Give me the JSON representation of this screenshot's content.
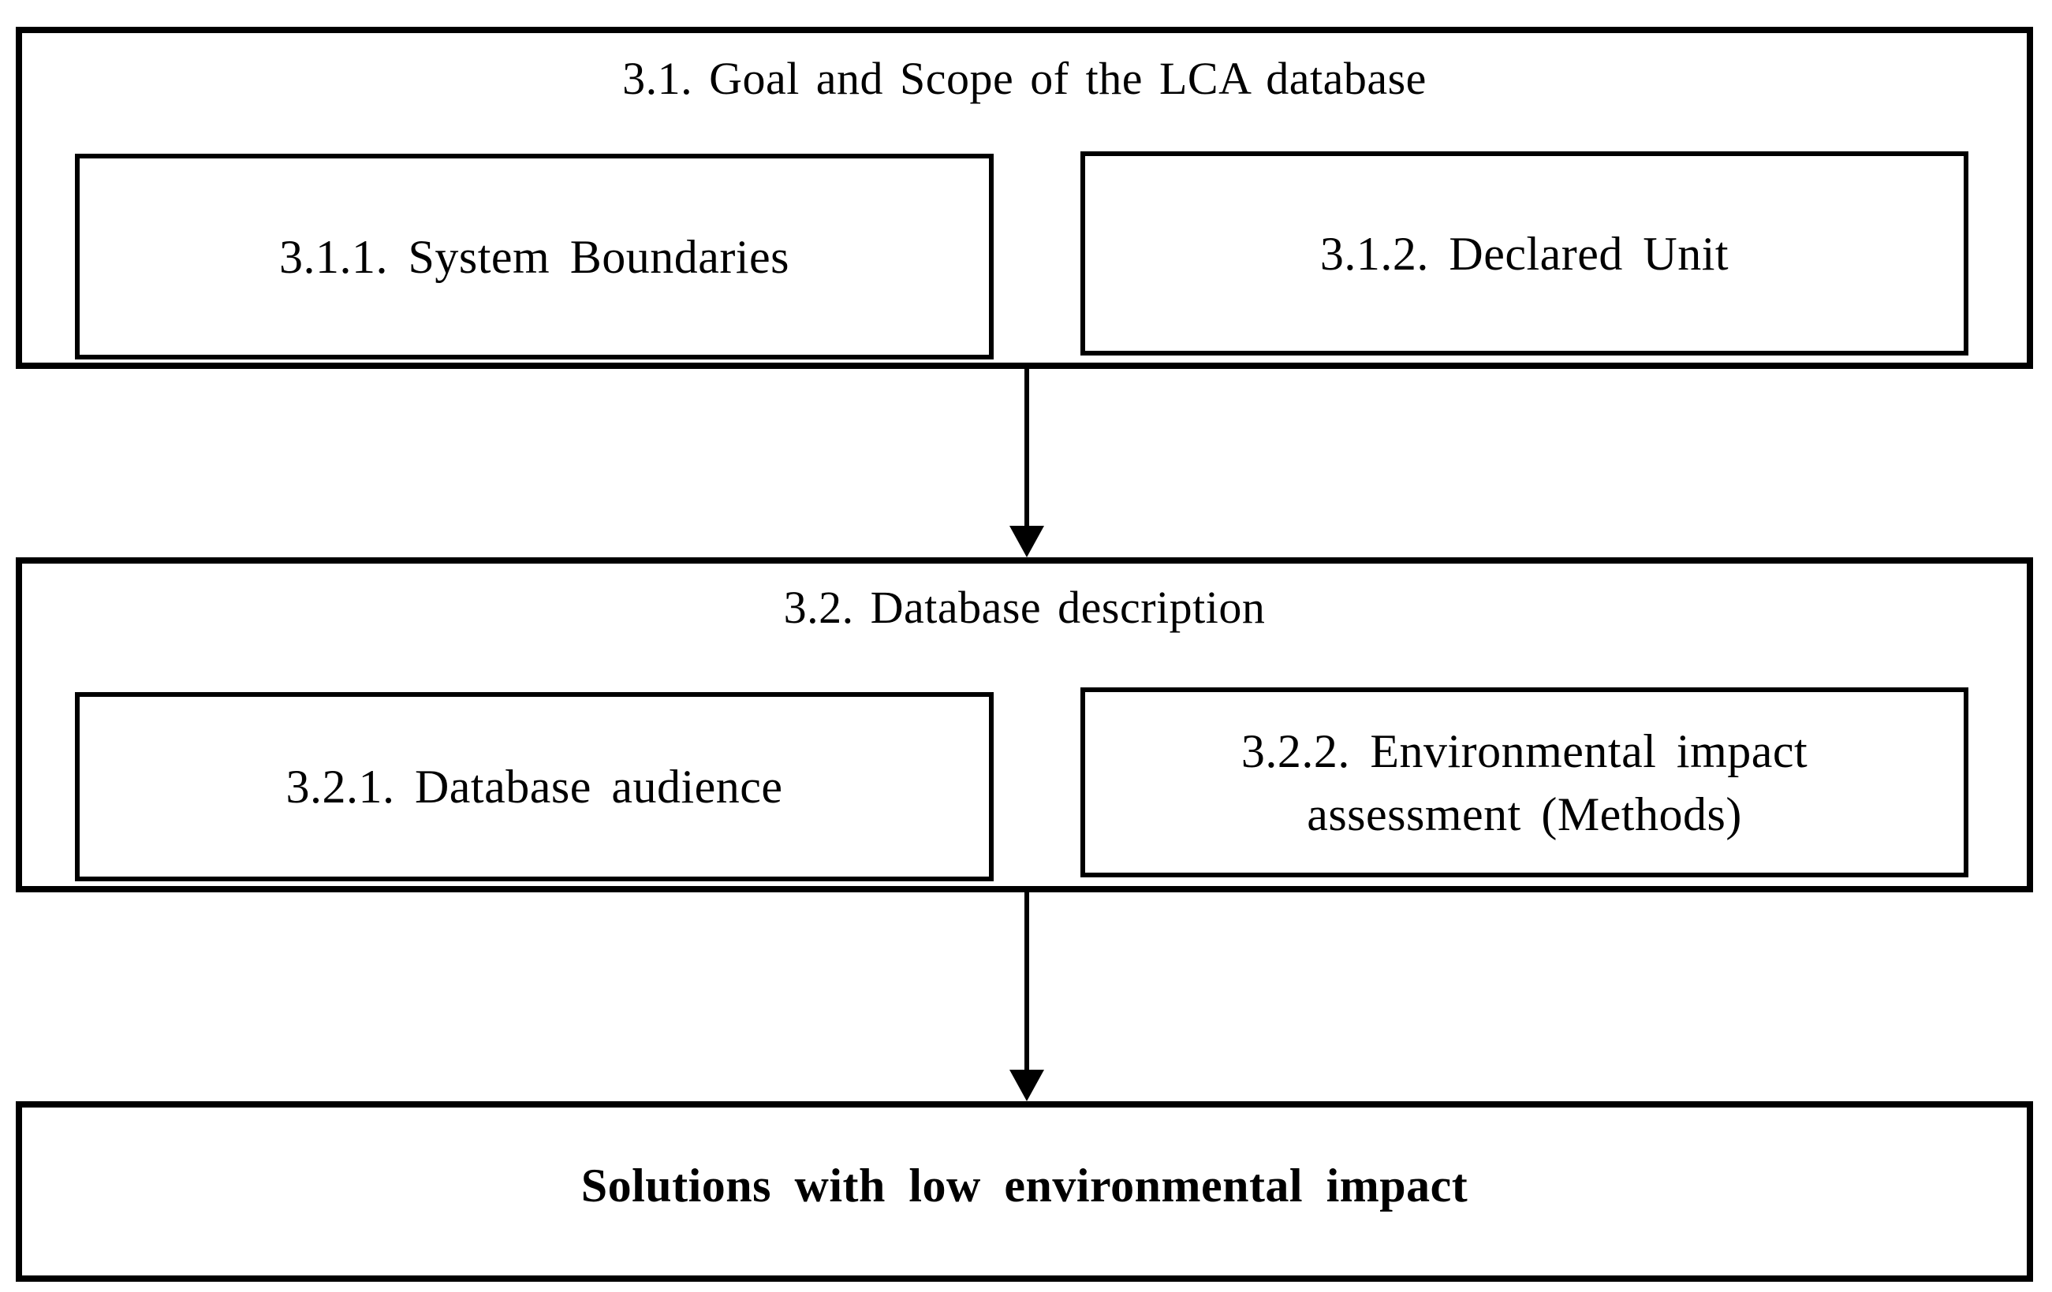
{
  "diagram": {
    "type": "flowchart",
    "background_color": "#ffffff",
    "border_color": "#000000",
    "sections": [
      {
        "id": "3.1",
        "title": "3.1. Goal and Scope of the LCA database",
        "children": [
          "3.1.1. System Boundaries",
          "3.1.2. Declared Unit"
        ]
      },
      {
        "id": "3.2",
        "title": "3.2. Database description",
        "children": [
          "3.2.1. Database audience",
          "3.2.2. Environmental impact assessment (Methods)"
        ]
      }
    ],
    "result": "Solutions with low environmental impact",
    "connectors": [
      {
        "from": "3.1",
        "to": "3.2",
        "direction": "down"
      },
      {
        "from": "3.2",
        "to": "result",
        "direction": "down"
      }
    ]
  }
}
